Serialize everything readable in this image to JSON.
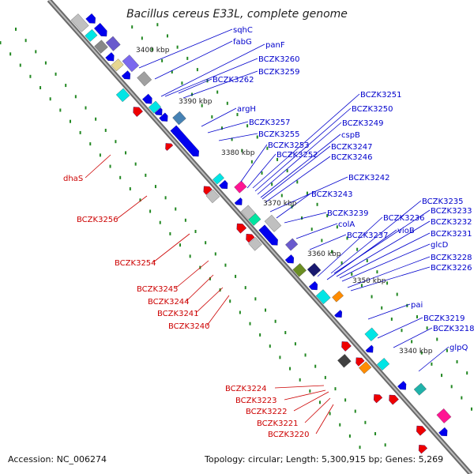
{
  "title": "Bacillus cereus E33L, complete genome",
  "footer": {
    "accession": "Accession: NC_006274",
    "summary": "Topology: circular; Length: 5,300,915 bp; Genes: 5,269"
  },
  "colors": {
    "backbone": "#808080",
    "forward_gene": "#0000ee",
    "reverse_gene": "#ee0000",
    "forward_label": "#0000cc",
    "reverse_label": "#cc0000",
    "tick_dots": "#228822"
  },
  "scale_ticks": [
    "3400 kbp",
    "3390 kbp",
    "3380 kbp",
    "3370 kbp",
    "3360 kbp",
    "3350 kbp",
    "3340 kbp"
  ],
  "forward_labels": [
    "sqhC",
    "fabG",
    "panF",
    "BCZK3260",
    "BCZK3262",
    "BCZK3259",
    "argH",
    "BCZK3257",
    "BCZK3255",
    "BCZK3253",
    "BCZK3252",
    "BCZK3251",
    "BCZK3250",
    "BCZK3249",
    "cspB",
    "BCZK3247",
    "BCZK3246",
    "BCZK3242",
    "BCZK3243",
    "BCZK3239",
    "colA",
    "BCZK3237",
    "BCZK3236",
    "vioB",
    "BCZK3235",
    "BCZK3233",
    "BCZK3232",
    "BCZK3231",
    "glcD",
    "BCZK3228",
    "BCZK3226",
    "pai",
    "BCZK3219",
    "BCZK3218",
    "glpQ"
  ],
  "reverse_labels": [
    "dhaS",
    "BCZK3256",
    "BCZK3254",
    "BCZK3245",
    "BCZK3244",
    "BCZK3241",
    "BCZK3240",
    "BCZK3224",
    "BCZK3223",
    "BCZK3222",
    "BCZK3221",
    "BCZK3220"
  ]
}
